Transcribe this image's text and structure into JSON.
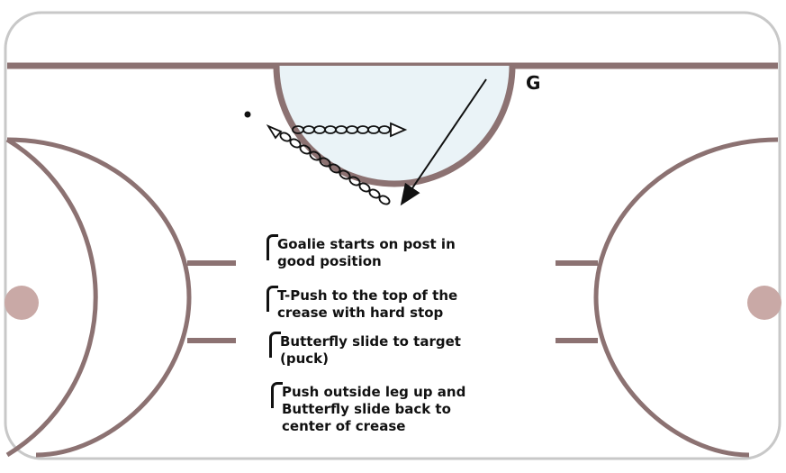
{
  "diagram": {
    "goalie_label": "G",
    "steps": [
      {
        "lines": [
          "Goalie starts on post in",
          "good position"
        ]
      },
      {
        "lines": [
          "T-Push to the top of the",
          "crease with hard stop"
        ]
      },
      {
        "lines": [
          "Butterfly slide to target",
          "(puck)"
        ]
      },
      {
        "lines": [
          "Push outside leg up and",
          "Butterfly slide back to",
          "center of crease"
        ]
      }
    ]
  },
  "colors": {
    "rink_lines": "#8c7272",
    "crease_fill": "#eaf3f7",
    "rink_border": "#cccccc",
    "ink": "#111111"
  },
  "icons": {
    "puck": "puck-icon",
    "step_marker": "step-bracket-icon"
  }
}
